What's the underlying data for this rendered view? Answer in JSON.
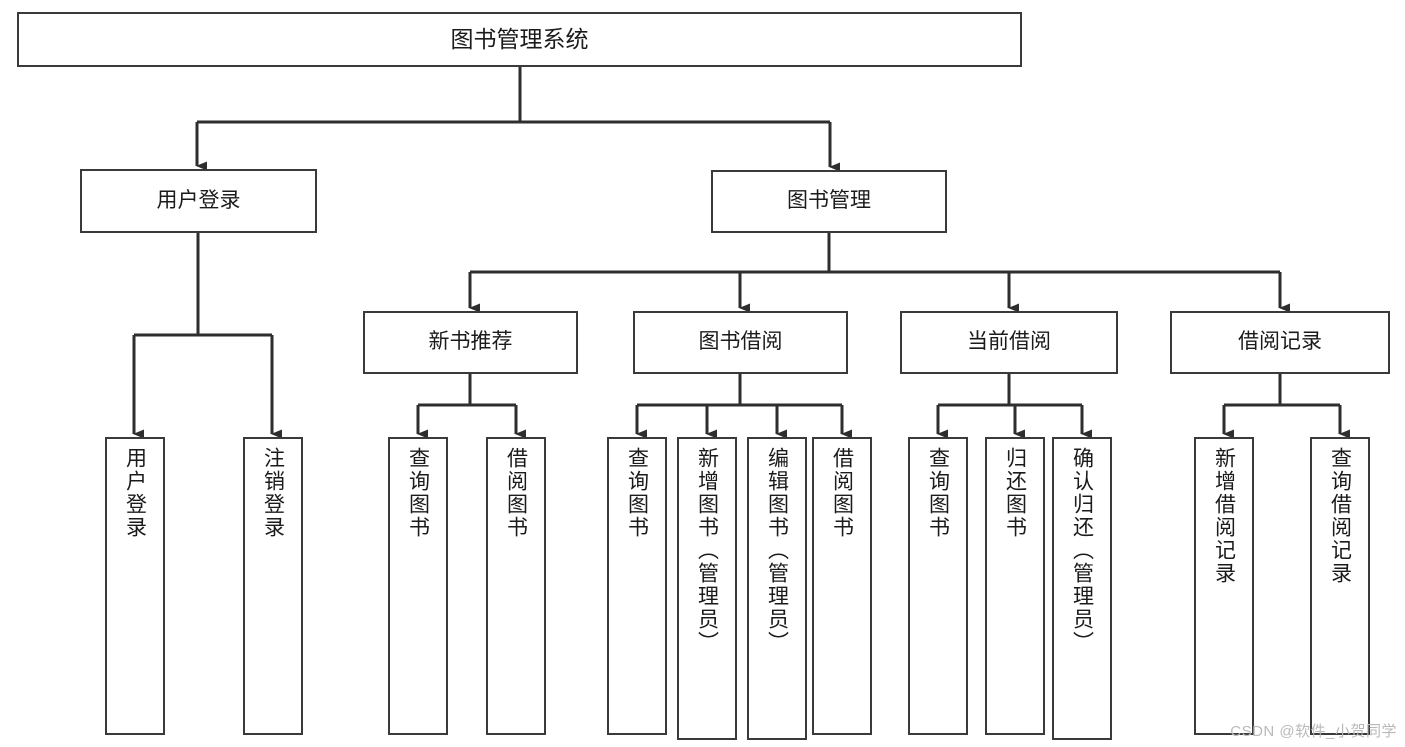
{
  "diagram": {
    "title": "图书管理系统",
    "type": "tree-hierarchy-chart",
    "watermark": "CSDN @软件_小贺同学",
    "colors": {
      "box_border": "#3a3a3a",
      "box_fill": "#ffffff",
      "edge": "#2e2e2e",
      "text": "#1b1b1b",
      "watermark": "#b9b9b9"
    },
    "root": {
      "label": "图书管理系统"
    },
    "level1": [
      {
        "id": "user-login",
        "label": "用户登录"
      },
      {
        "id": "book-manage",
        "label": "图书管理"
      }
    ],
    "level2": [
      {
        "id": "new-book-rec",
        "label": "新书推荐"
      },
      {
        "id": "book-borrow",
        "label": "图书借阅"
      },
      {
        "id": "current-borrow",
        "label": "当前借阅"
      },
      {
        "id": "borrow-record",
        "label": "借阅记录"
      }
    ],
    "leaves": {
      "user-login": [
        {
          "id": "leaf-user-login",
          "label": "用户登录"
        },
        {
          "id": "leaf-logout",
          "label": "注销登录"
        }
      ],
      "new-book-rec": [
        {
          "id": "leaf-query-book-1",
          "label": "查询图书"
        },
        {
          "id": "leaf-borrow-book-1",
          "label": "借阅图书"
        }
      ],
      "book-borrow": [
        {
          "id": "leaf-query-book-2",
          "label": "查询图书"
        },
        {
          "id": "leaf-add-book",
          "label": "新增图书（管理员）"
        },
        {
          "id": "leaf-edit-book",
          "label": "编辑图书（管理员）"
        },
        {
          "id": "leaf-borrow-book-2",
          "label": "借阅图书"
        }
      ],
      "current-borrow": [
        {
          "id": "leaf-query-book-3",
          "label": "查询图书"
        },
        {
          "id": "leaf-return-book",
          "label": "归还图书"
        },
        {
          "id": "leaf-confirm-return",
          "label": "确认归还（管理员）"
        }
      ],
      "borrow-record": [
        {
          "id": "leaf-add-record",
          "label": "新增借阅记录"
        },
        {
          "id": "leaf-query-record",
          "label": "查询借阅记录"
        }
      ]
    }
  }
}
